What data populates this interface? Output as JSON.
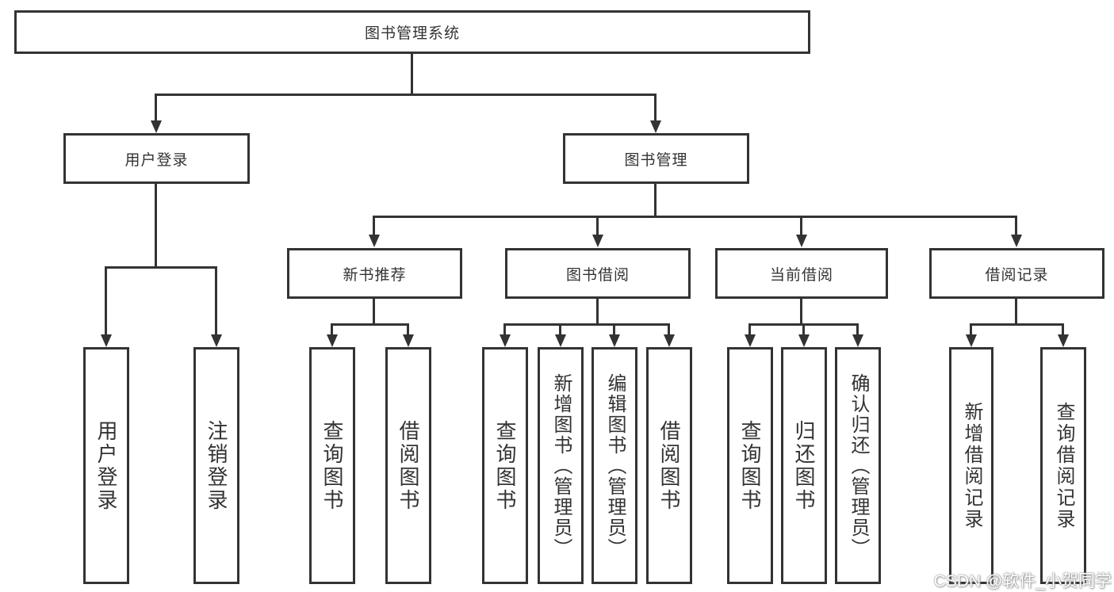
{
  "diagram_type": "hierarchy-tree",
  "colors": {
    "line": "#333333",
    "text": "#333333",
    "background": "#ffffff",
    "watermark_text": "#ffffff"
  },
  "watermark": {
    "label": "CSDN @软件_小贺同学"
  },
  "tree": {
    "label": "图书管理系统",
    "children": [
      {
        "label": "用户登录",
        "children": [
          {
            "label": "用户登录"
          },
          {
            "label": "注销登录"
          }
        ]
      },
      {
        "label": "图书管理",
        "children": [
          {
            "label": "新书推荐",
            "children": [
              {
                "label": "查询图书"
              },
              {
                "label": "借阅图书"
              }
            ]
          },
          {
            "label": "图书借阅",
            "children": [
              {
                "label": "查询图书"
              },
              {
                "label": "新增图书（管理员）"
              },
              {
                "label": "编辑图书（管理员）"
              },
              {
                "label": "借阅图书"
              }
            ]
          },
          {
            "label": "当前借阅",
            "children": [
              {
                "label": "查询图书"
              },
              {
                "label": "归还图书"
              },
              {
                "label": "确认归还（管理员）"
              }
            ]
          },
          {
            "label": "借阅记录",
            "children": [
              {
                "label": "新增借阅记录"
              },
              {
                "label": "查询借阅记录"
              }
            ]
          }
        ]
      }
    ]
  }
}
